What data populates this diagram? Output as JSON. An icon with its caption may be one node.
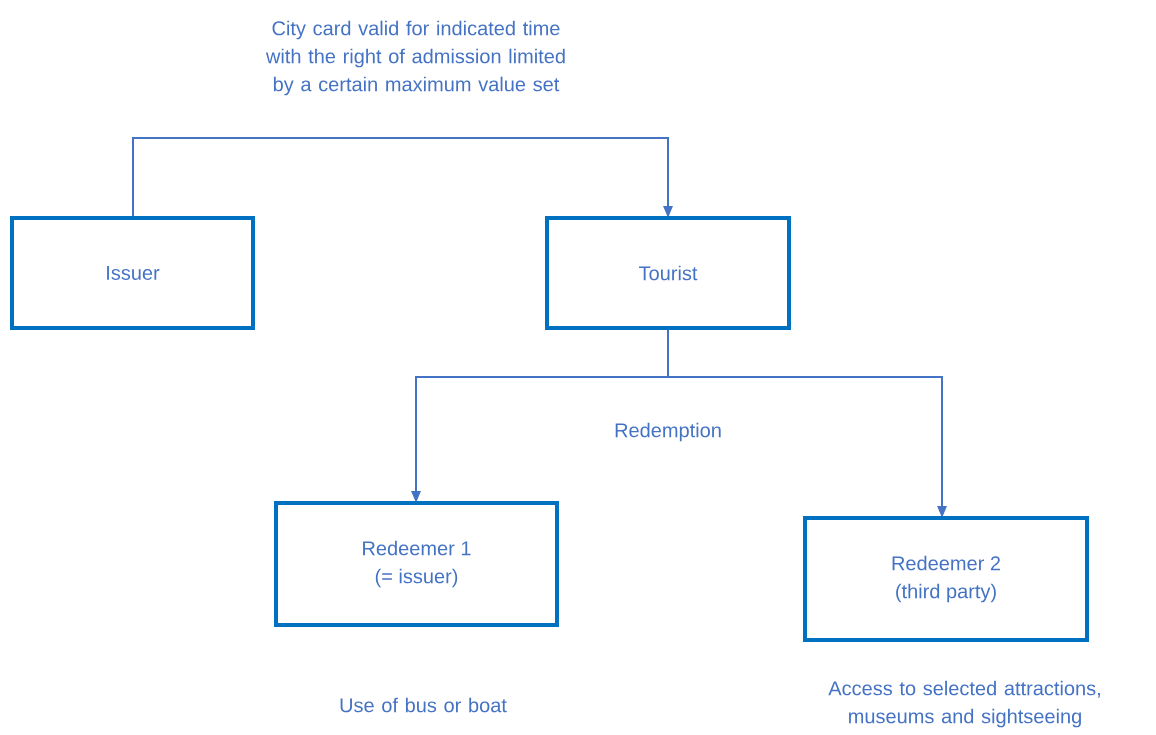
{
  "diagram": {
    "nodes": [
      {
        "text": [
          "Issuer"
        ]
      },
      {
        "text": [
          "Tourist"
        ]
      },
      {
        "text": [
          "Redeemer 1",
          "(= issuer)"
        ],
        "beside": [
          "Use of bus or boat"
        ]
      },
      {
        "text": [
          "Redeemer 2",
          "(third party)"
        ],
        "beside": [
          "Access to selected attractions, museums and sightseeing"
        ]
      }
    ],
    "edges": [
      {
        "from": 0,
        "to": 1,
        "arrow": "to",
        "label": "City card valid for indicated time with the right of admission limited by a certain maximum value set"
      },
      {
        "from": 1,
        "to": 2,
        "arrow": "to"
      },
      {
        "from": 1,
        "to": 3,
        "arrow": "to"
      }
    ],
    "labels": [
      "Redemption"
    ]
  }
}
